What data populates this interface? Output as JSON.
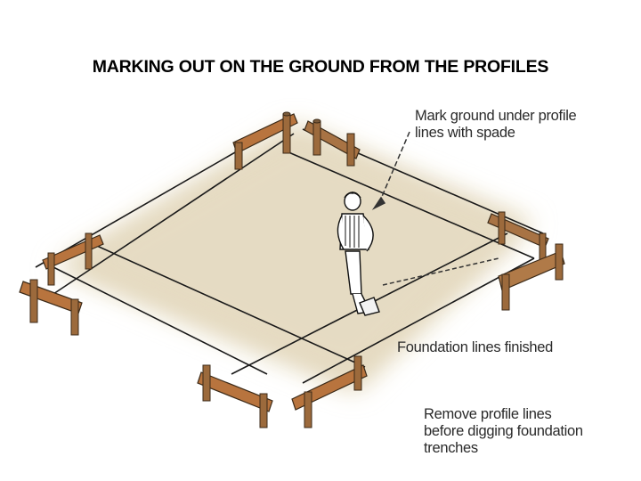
{
  "title": "MARKING OUT ON THE GROUND FROM THE PROFILES",
  "annotations": {
    "mark_ground": {
      "lines": [
        "Mark ground under profile",
        "lines with spade"
      ]
    },
    "foundation_finished": {
      "lines": [
        "Foundation lines finished"
      ]
    },
    "remove_profiles": {
      "lines": [
        "Remove profile lines",
        "before digging foundation",
        "trenches"
      ]
    }
  },
  "colors": {
    "ground": "#e6dcc2",
    "ground_edge": "#f4efe2",
    "wood": "#b8743e",
    "wood_dark": "#6b4a2a",
    "post": "#9c6a3c",
    "line": "#1a1a1a"
  },
  "figure": {
    "profiles": [
      "top-left",
      "top-right",
      "left-upper",
      "left-lower",
      "right-upper",
      "right-lower",
      "bottom-left",
      "bottom-right"
    ],
    "person": "worker marking ground with spade"
  }
}
